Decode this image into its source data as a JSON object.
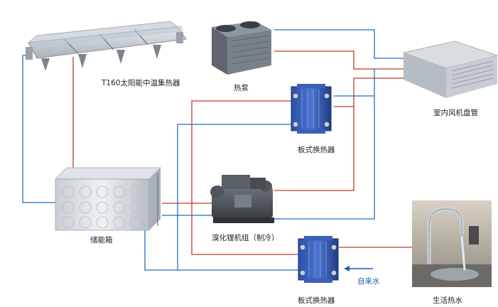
{
  "labels": {
    "solar_collector": "T160太阳能中温集热器",
    "heat_pump": "热泵",
    "fan_coil": "室内风机盘管",
    "plate_exchanger_top": "板式换热器",
    "storage_tank": "储能箱",
    "absorption_chiller": "溴化锂机组（制冷）",
    "plate_exchanger_bottom": "板式换热器",
    "tap_water": "自来水",
    "domestic_hot_water": "生活热水"
  },
  "colors": {
    "hot_pipe": "#c0392b",
    "cold_pipe": "#1f6fbf",
    "tap_arrow": "#1a5fb4"
  }
}
